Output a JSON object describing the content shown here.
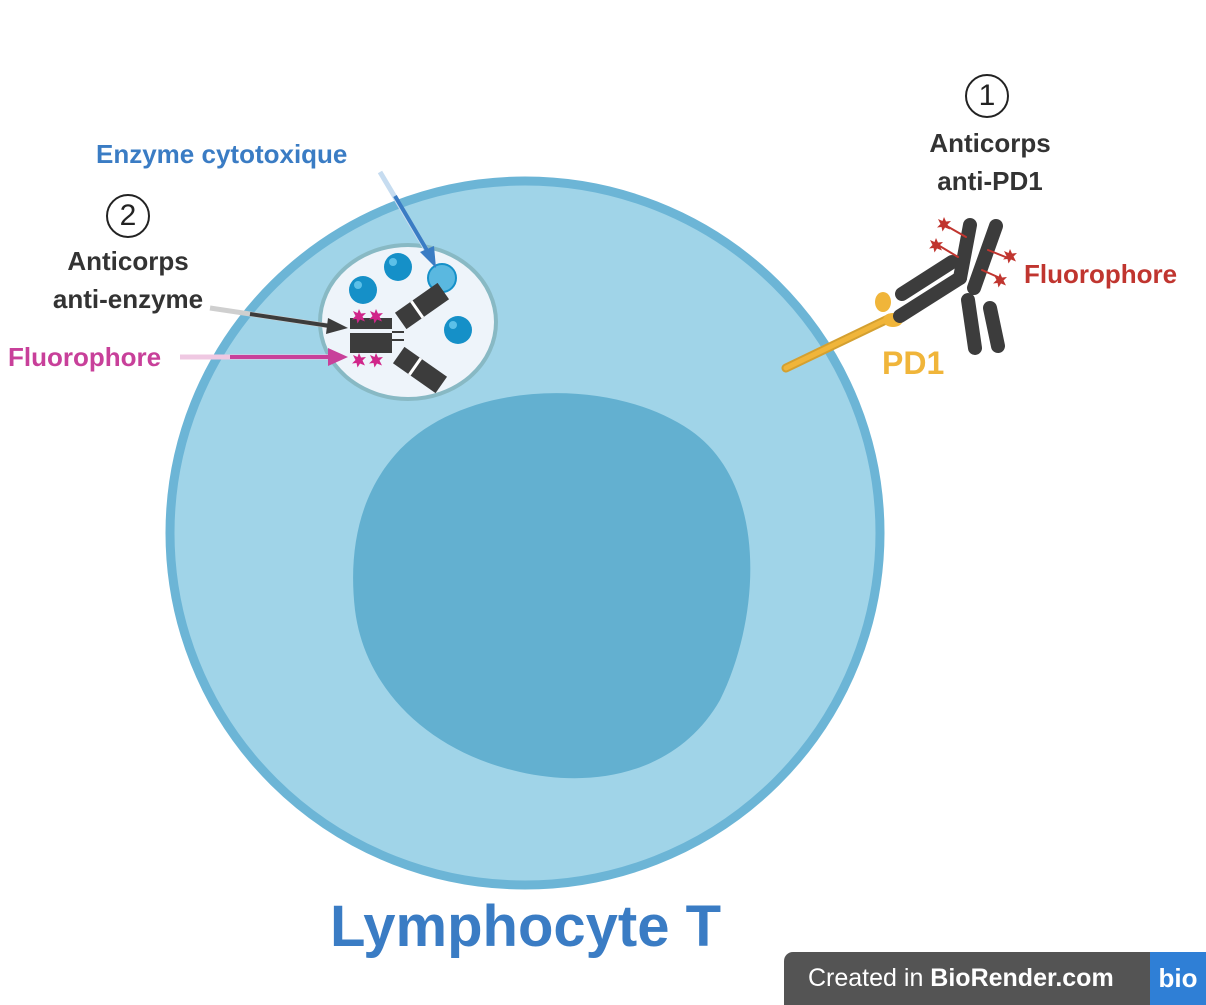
{
  "labels": {
    "enzyme": "Enzyme cytotoxique",
    "antibody2_number": "2",
    "antibody2_line1": "Anticorps",
    "antibody2_line2": "anti-enzyme",
    "fluorophore_left": "Fluorophore",
    "antibody1_number": "1",
    "antibody1_line1": "Anticorps",
    "antibody1_line2": "anti-PD1",
    "fluorophore_right": "Fluorophore",
    "pd1": "PD1",
    "cell": "Lymphocyte T"
  },
  "badge": {
    "created_in": "Created in ",
    "brand": "BioRender.com",
    "logo": "bio"
  },
  "colors": {
    "cell_fill": "#a0d4e8",
    "cell_border": "#6cb5d6",
    "nucleus": "#63b0d0",
    "enzyme_label": "#3a7cc4",
    "fluorophore_left": "#c8409a",
    "fluorophore_right": "#c0352f",
    "pd1": "#f0b53a",
    "cell_label": "#3a7cc4",
    "antibody": "#3c3c3c"
  }
}
